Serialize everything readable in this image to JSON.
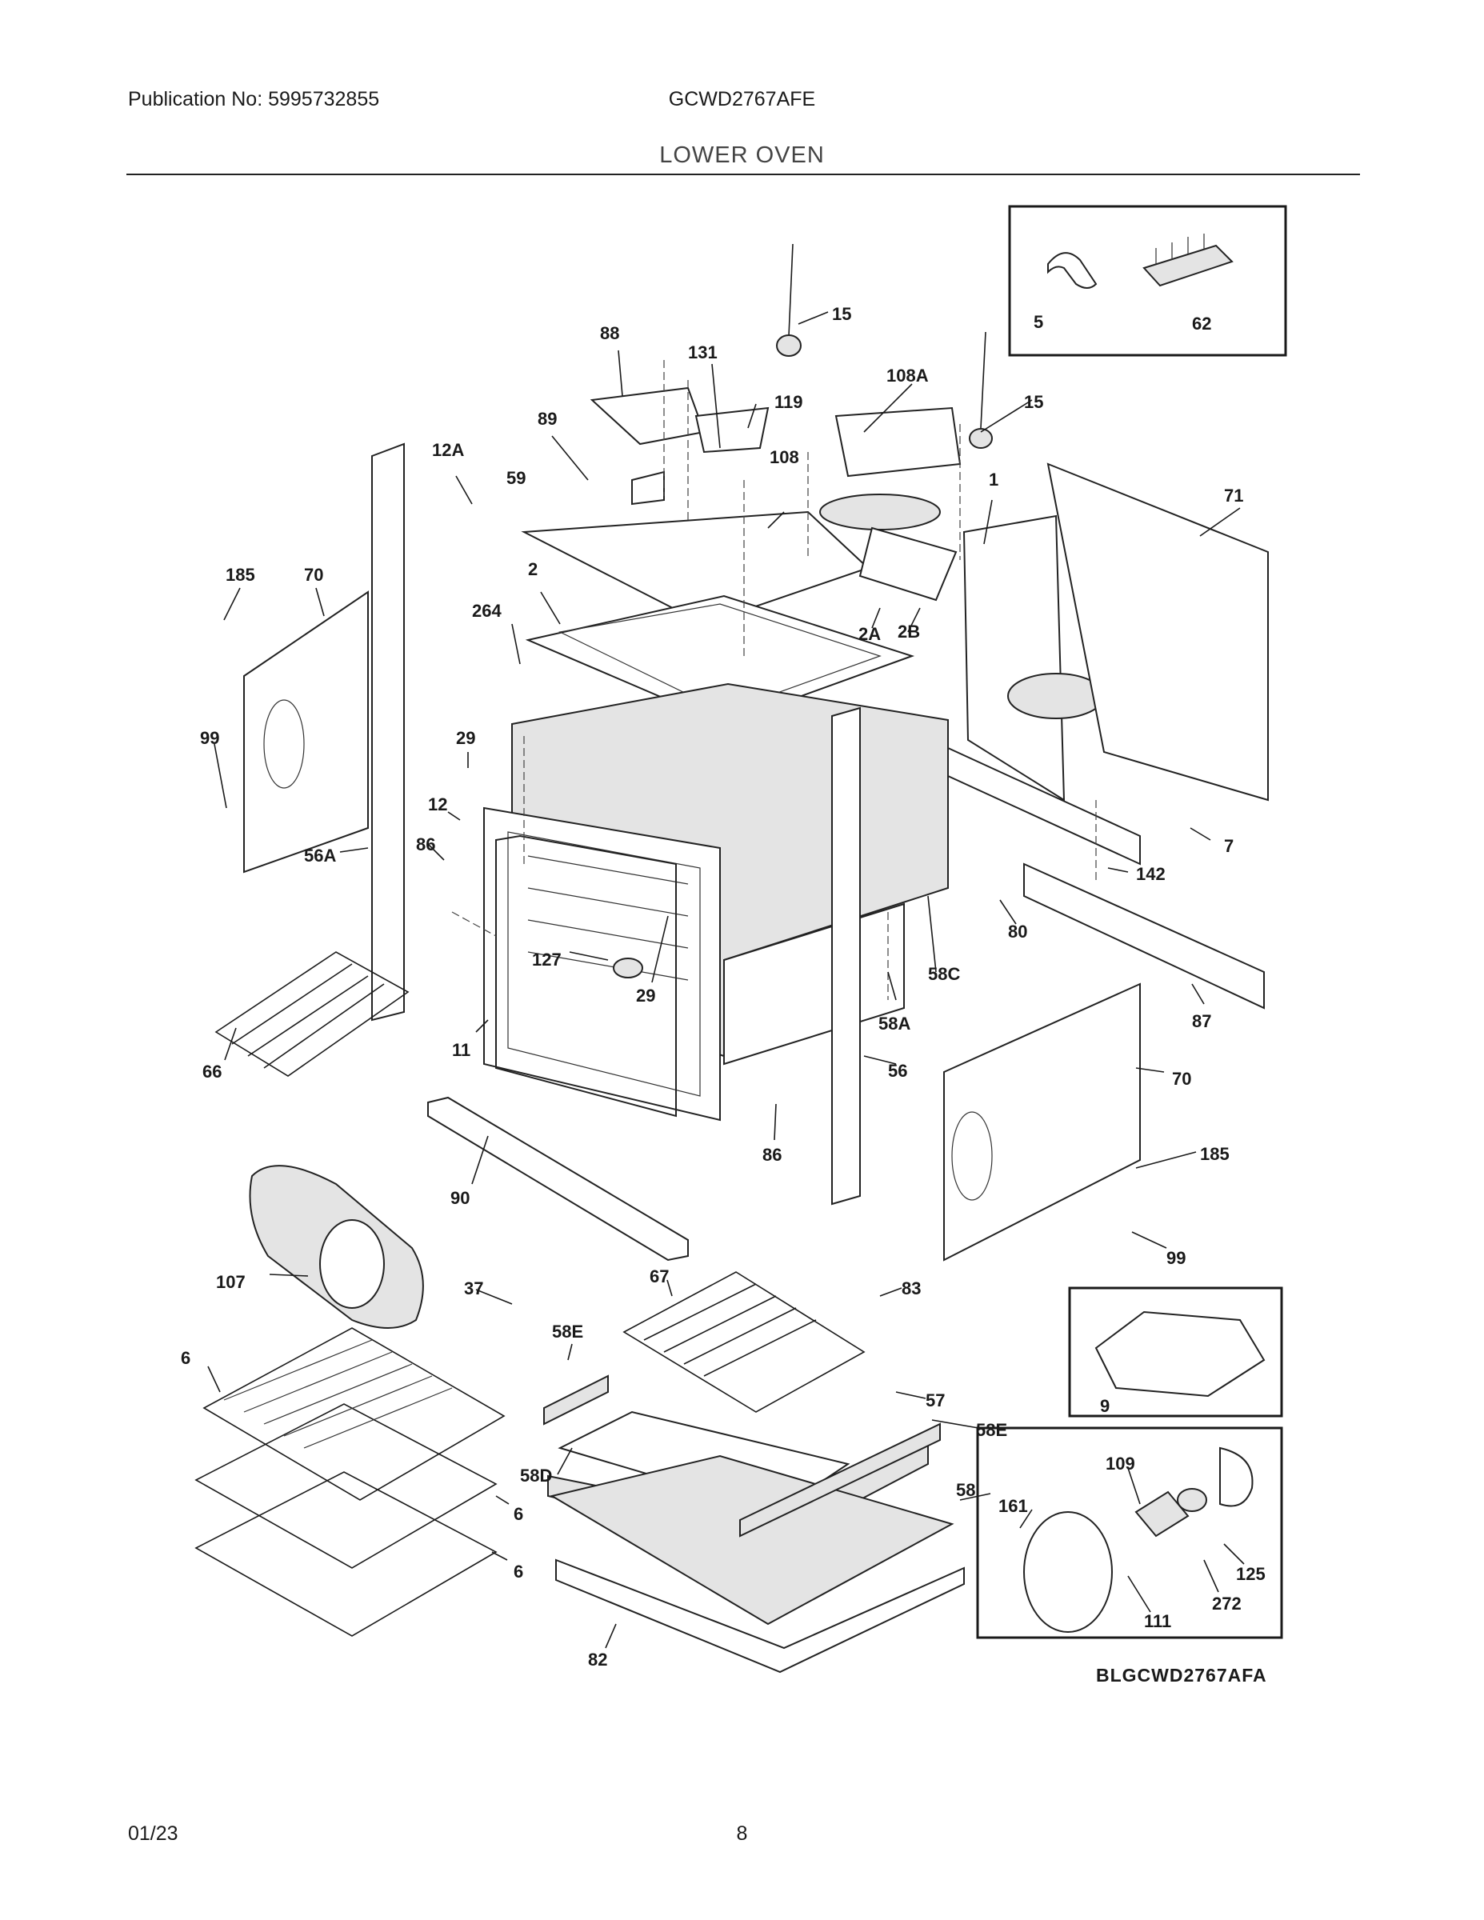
{
  "header": {
    "publication": "Publication No: 5995732855",
    "model": "GCWD2767AFE",
    "section_title": "LOWER OVEN"
  },
  "diagram": {
    "diagram_code": "BLGCWD2767AFA",
    "callouts": [
      "15",
      "88",
      "131",
      "119",
      "108A",
      "15",
      "89",
      "12A",
      "108",
      "59",
      "1",
      "71",
      "185",
      "70",
      "2",
      "264",
      "2A",
      "2B",
      "99",
      "29",
      "12",
      "7",
      "86",
      "56A",
      "142",
      "80",
      "127",
      "29",
      "58C",
      "58A",
      "87",
      "11",
      "66",
      "56",
      "70",
      "86",
      "185",
      "90",
      "99",
      "107",
      "37",
      "67",
      "83",
      "58E",
      "6",
      "57",
      "58E",
      "9",
      "109",
      "58D",
      "58",
      "161",
      "6",
      "125",
      "6",
      "272",
      "111",
      "82",
      "5",
      "62"
    ]
  },
  "footer": {
    "date": "01/23",
    "page": "8"
  },
  "colors": {
    "ink": "#1a1a1a",
    "panel_fill": "#e4e4e4",
    "background": "#ffffff"
  }
}
